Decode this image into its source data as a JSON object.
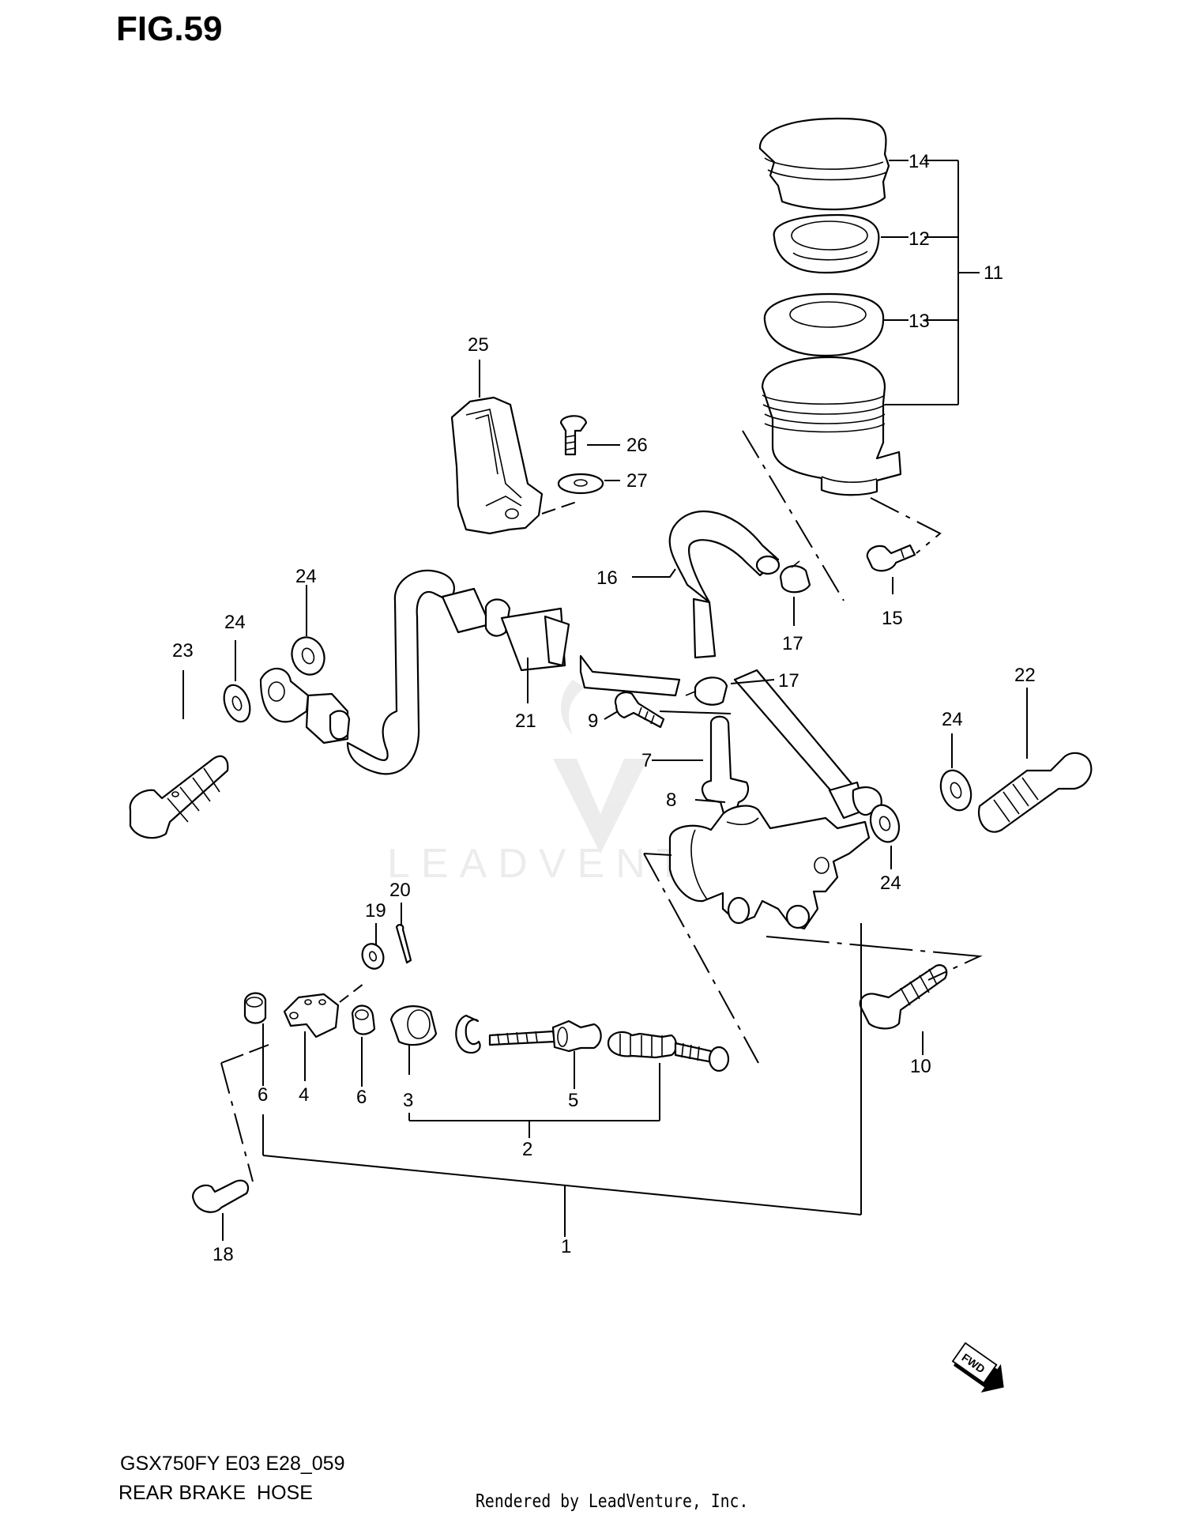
{
  "figure": {
    "title": "FIG.59"
  },
  "footer": {
    "model_code": "GSX750FY E03 E28_059",
    "section_name": "REAR BRAKE  HOSE",
    "render_credit": "Rendered by LeadVenture, Inc."
  },
  "watermark": {
    "text": "LEADVENTURE"
  },
  "fwd_badge": {
    "label": "FWD"
  },
  "callouts": {
    "c1": "1",
    "c2": "2",
    "c3": "3",
    "c4": "4",
    "c5": "5",
    "c6a": "6",
    "c6b": "6",
    "c7": "7",
    "c8": "8",
    "c9": "9",
    "c10": "10",
    "c11": "11",
    "c12": "12",
    "c13": "13",
    "c14": "14",
    "c15": "15",
    "c16": "16",
    "c17a": "17",
    "c17b": "17",
    "c18": "18",
    "c19": "19",
    "c20": "20",
    "c21": "21",
    "c22": "22",
    "c23": "23",
    "c24a": "24",
    "c24b": "24",
    "c24c": "24",
    "c24d": "24",
    "c25": "25",
    "c26": "26",
    "c27": "27"
  }
}
